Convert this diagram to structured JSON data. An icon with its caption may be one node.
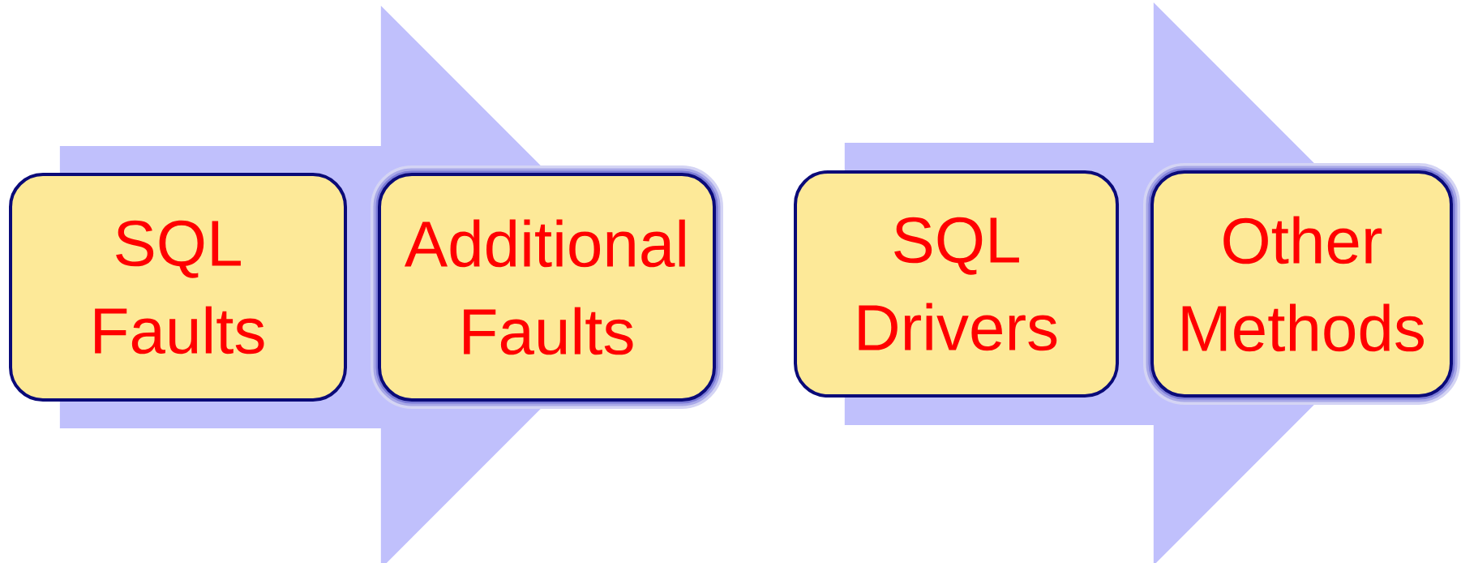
{
  "diagram": {
    "nodes": [
      {
        "text": [
          "SQL Faults"
        ]
      },
      {
        "text": [
          "Additional Faults"
        ]
      },
      {
        "text": [
          "SQL Drivers"
        ]
      },
      {
        "text": [
          "Other Methods"
        ]
      }
    ],
    "edges": [
      {
        "from": 0,
        "to": 1,
        "arrow": "to"
      },
      {
        "from": 2,
        "to": 3,
        "arrow": "to"
      }
    ]
  }
}
